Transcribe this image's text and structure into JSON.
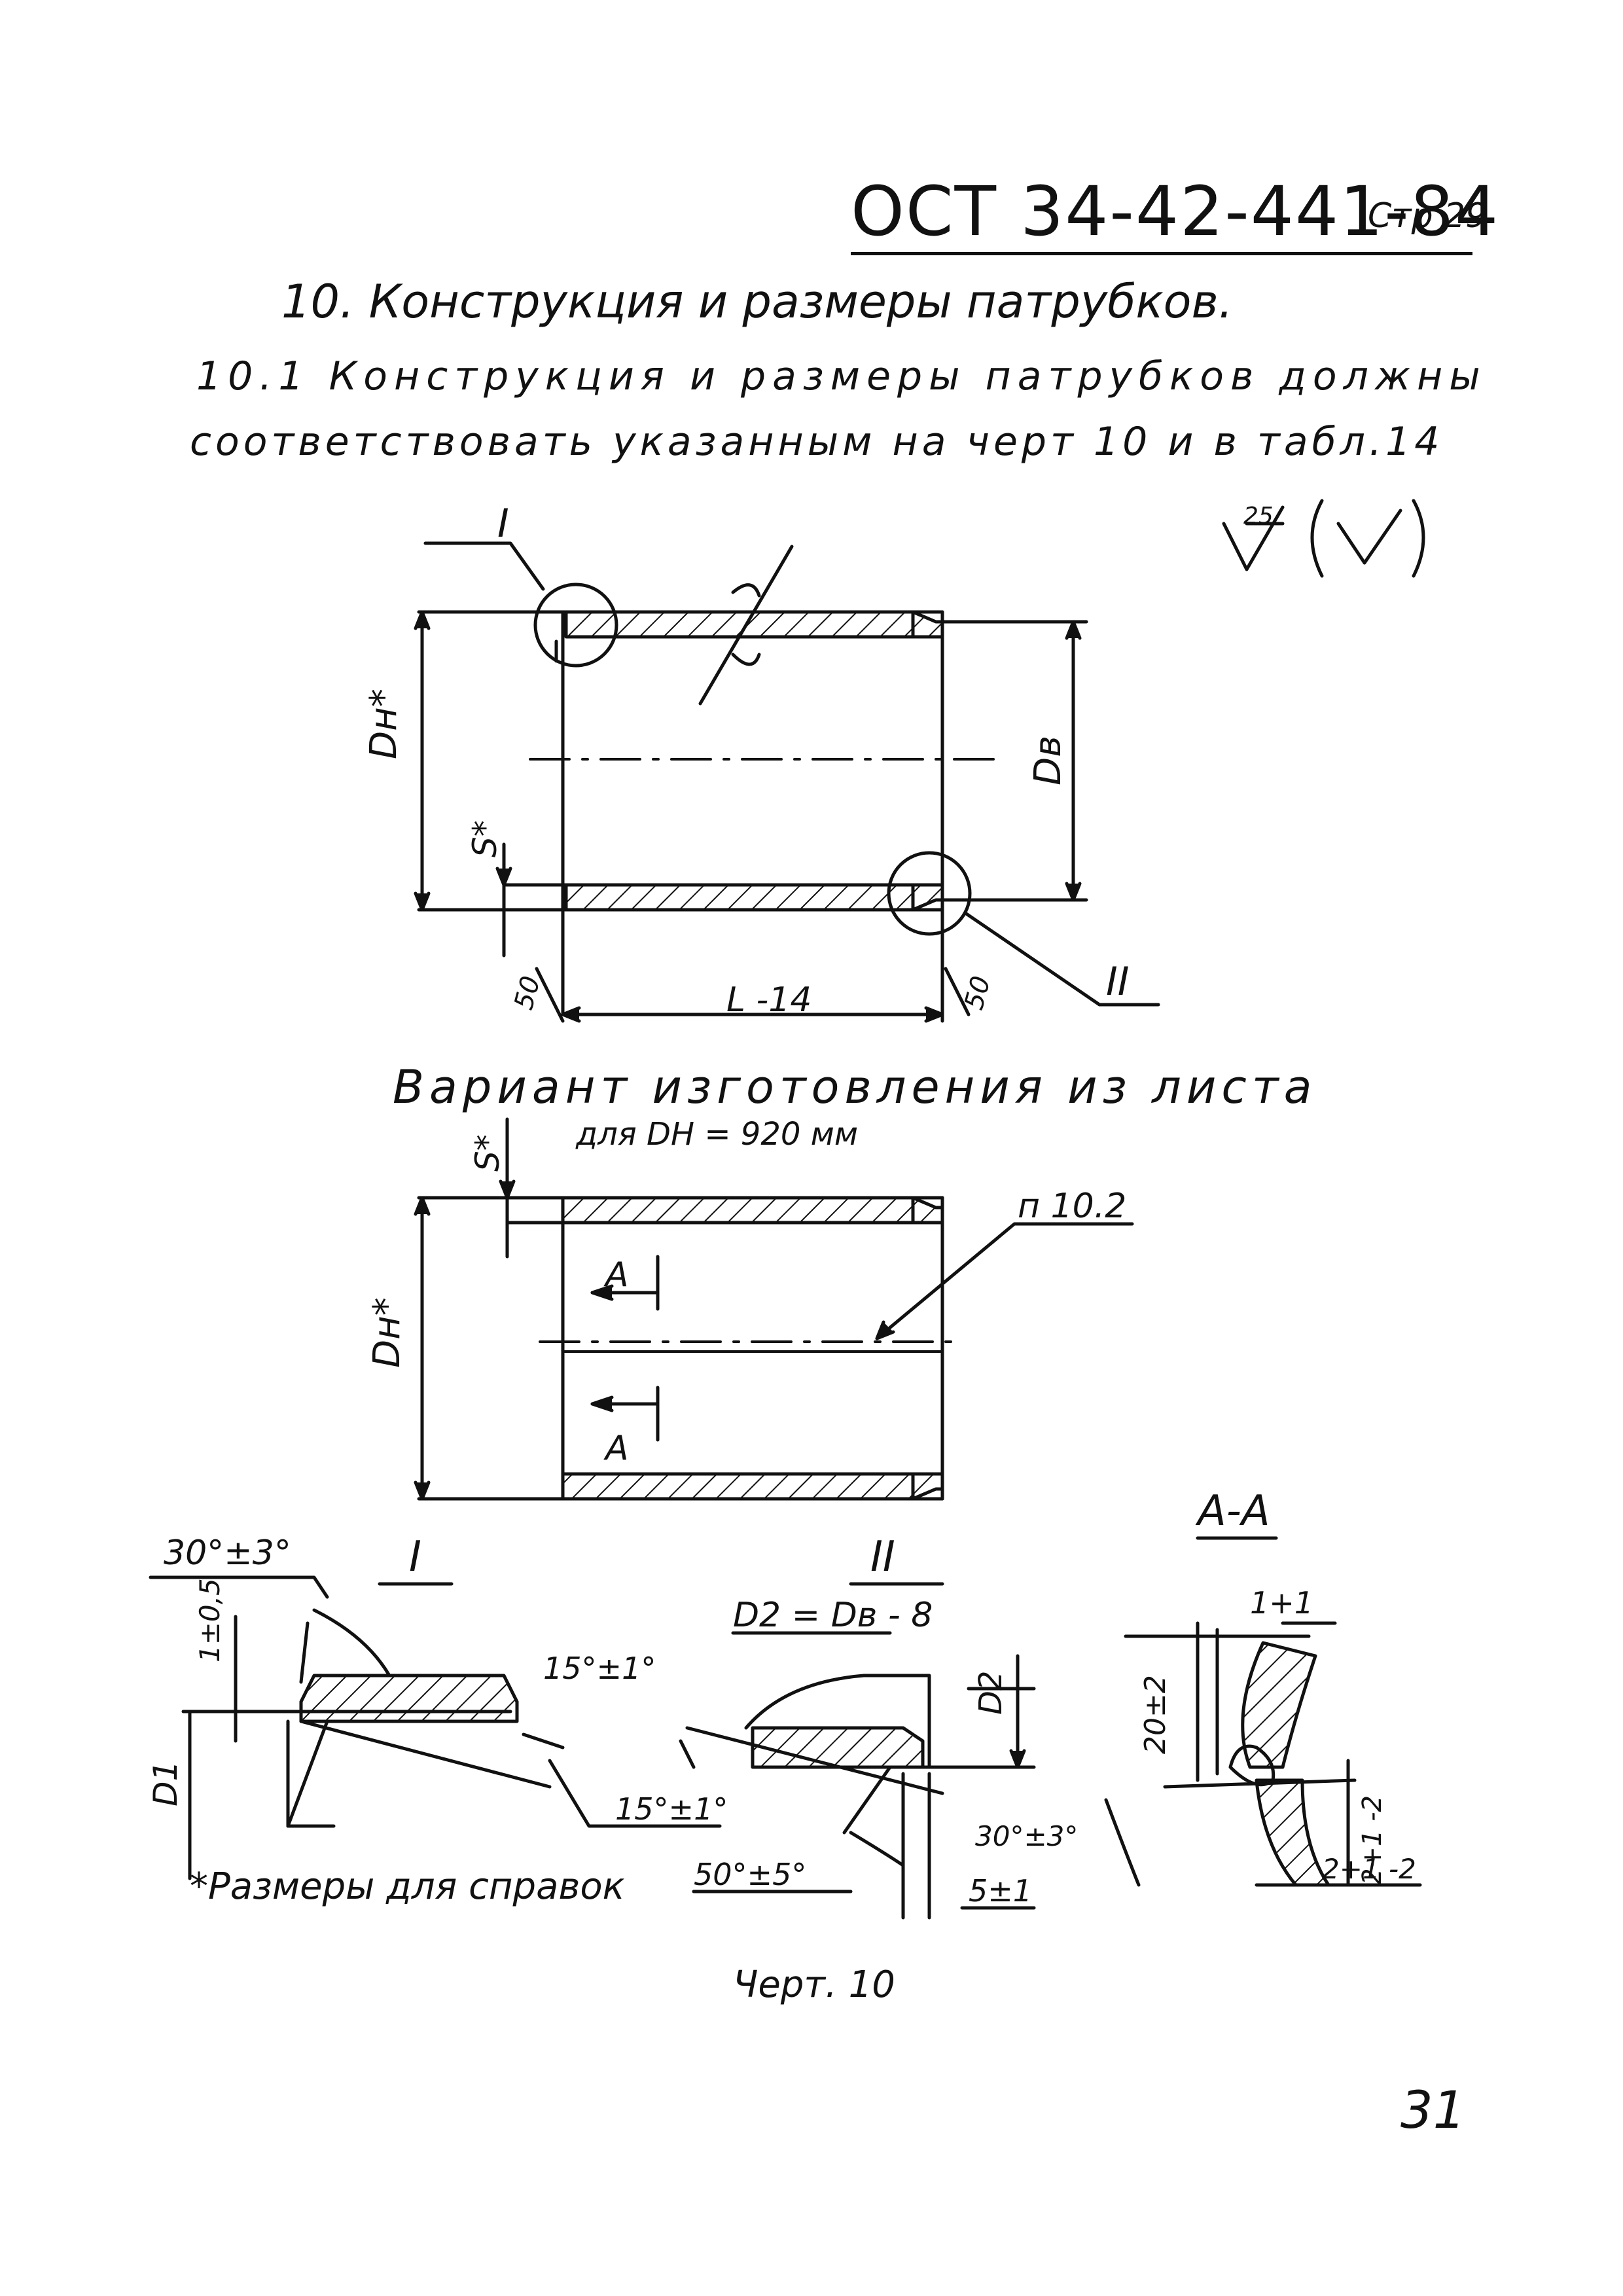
{
  "header": {
    "standard": "ОСТ 34-42-441-84",
    "page_ref": "Стр 29"
  },
  "section": {
    "title": "10. Конструкция и размеры патрубков.",
    "para_line1": "10.1 Конструкция и размеры патрубков должны",
    "para_line2": "соответствовать указанным на черт 10 и в табл.14"
  },
  "roughness": {
    "value": "25"
  },
  "drawing1": {
    "callout_I": "I",
    "callout_II": "II",
    "dim_Dn": "Dн*",
    "dim_Dv": "Dв",
    "dim_S": "S*",
    "dim_L": "L -14",
    "angle_left": "50",
    "angle_right": "50"
  },
  "variant": {
    "caption": "Вариант изготовления из листа",
    "subcaption": "для DН = 920 мм",
    "dim_S": "S*",
    "dim_Dn": "Dн*",
    "ref_note": "п 10.2",
    "section_mark_top": "A",
    "section_mark_bottom": "A"
  },
  "detail_I": {
    "title": "I",
    "angle_top": "30°±3°",
    "dim_height": "1±0,5",
    "angle_15a": "15°±1°",
    "angle_15b": "15°±1°",
    "dim_D1": "D1"
  },
  "detail_II": {
    "title": "II",
    "formula": "D2 = Dв - 8",
    "dim_D2": "D2",
    "angle_50": "50°±5°",
    "dim_5": "5±1"
  },
  "section_AA": {
    "title": "A-A",
    "dim_top": "1+1",
    "dim_20": "20±2",
    "angle_30": "30°±3°",
    "dim_2a": "2+1 -2",
    "dim_2b": "2+1 -2"
  },
  "footnote": "*Размеры для справок",
  "figure_caption": "Черт. 10",
  "page_number": "31"
}
